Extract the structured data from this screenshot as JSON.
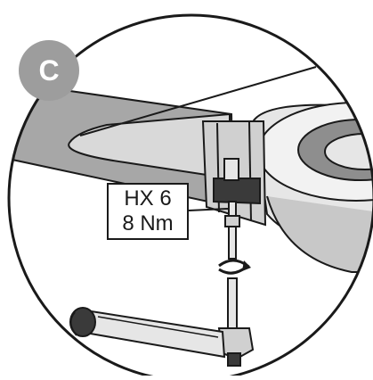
{
  "figure": {
    "step_label": "C",
    "tool_spec": [
      "HX 6",
      "8 Nm"
    ]
  },
  "colors": {
    "badge": "#9d9d9d",
    "hose": "#a7a7a7",
    "hose_dark": "#8e8e8e",
    "outline": "#1a1a1a",
    "part_light": "#e6e6e6",
    "part_mid": "#c8c8c8",
    "background": "#ffffff"
  }
}
